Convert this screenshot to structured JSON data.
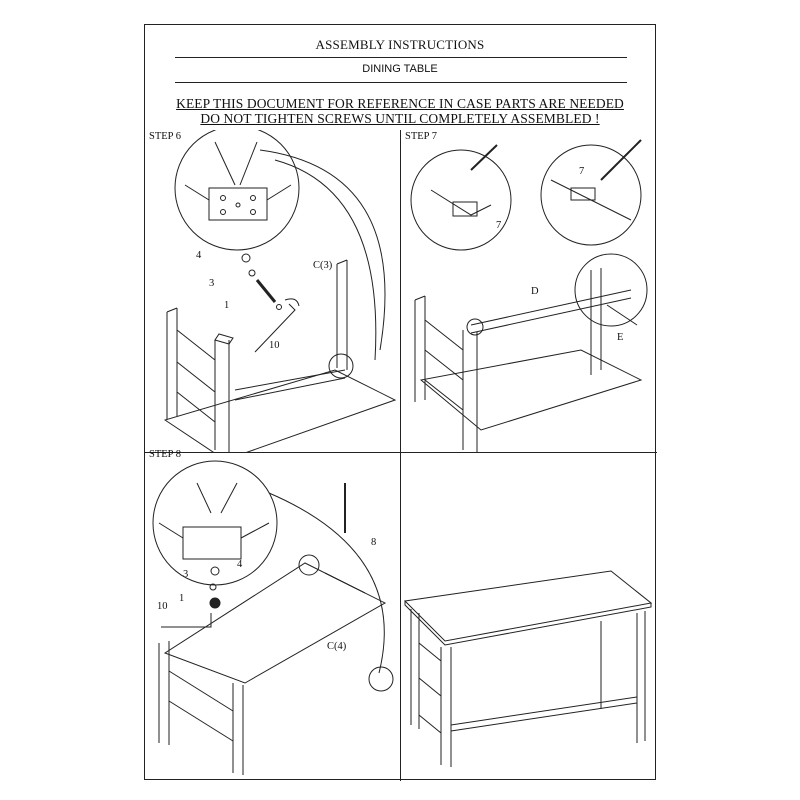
{
  "header": {
    "title": "ASSEMBLY INSTRUCTIONS",
    "subtitle": "DINING TABLE"
  },
  "warnings": {
    "line1": "KEEP THIS DOCUMENT FOR REFERENCE IN CASE PARTS ARE NEEDED",
    "line2": "DO NOT TIGHTEN SCREWS UNTIL COMPLETELY ASSEMBLED !"
  },
  "steps": [
    {
      "label": "STEP 6",
      "callouts": [
        "4",
        "3",
        "1",
        "10",
        "C(3)"
      ]
    },
    {
      "label": "STEP 7",
      "callouts": [
        "7",
        "7",
        "D",
        "E"
      ]
    },
    {
      "label": "STEP 8",
      "callouts": [
        "8",
        "4",
        "3",
        "1",
        "10",
        "C(4)"
      ]
    },
    {
      "label": "",
      "callouts": []
    }
  ],
  "colors": {
    "line": "#222222",
    "background": "#ffffff"
  }
}
